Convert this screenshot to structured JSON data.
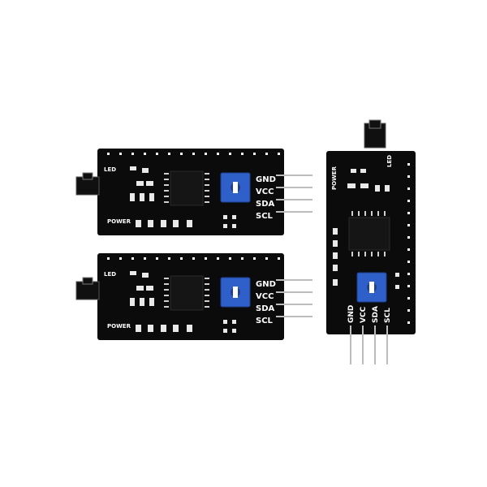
{
  "image": {
    "subject": "I2C LCD backpack adapter modules",
    "background_color": "#ffffff",
    "board_color": "#0b0b0b",
    "potentiometer_color": "#2f5fc8",
    "pin_color": "#bcbcbc"
  },
  "boards": [
    {
      "orientation": "horizontal",
      "labels": {
        "gnd": "GND",
        "vcc": "VCC",
        "sda": "SDA",
        "scl": "SCL",
        "power": "POWER",
        "led": "LED"
      }
    },
    {
      "orientation": "horizontal",
      "labels": {
        "gnd": "GND",
        "vcc": "VCC",
        "sda": "SDA",
        "scl": "SCL",
        "power": "POWER",
        "led": "LED"
      }
    },
    {
      "orientation": "vertical",
      "labels": {
        "gnd": "GND",
        "vcc": "VCC",
        "sda": "SDA",
        "scl": "SCL",
        "power": "POWER",
        "led": "LED"
      }
    }
  ]
}
